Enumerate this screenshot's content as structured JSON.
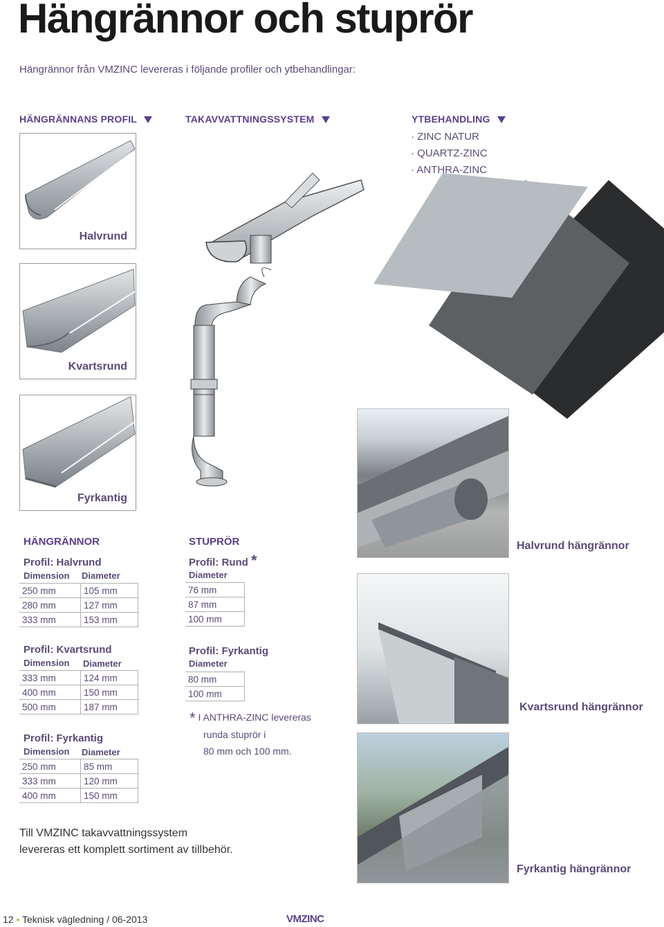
{
  "title": "Hängrännor och stuprör",
  "intro": "Hängrännor från VMZINC levereras i följande profiler och ytbehandlingar:",
  "headers": {
    "profil": "HÄNGRÄNNANS PROFIL",
    "system": "TAKAVVATTNINGSSYSTEM",
    "yt": "YTBEHANDLING"
  },
  "yt_items": [
    "· ZINC NATUR",
    "· QUARTZ-ZINC",
    "· ANTHRA-ZINC"
  ],
  "profile_cards": [
    {
      "label": "Halvrund"
    },
    {
      "label": "Kvartsrund"
    },
    {
      "label": "Fyrkantig"
    }
  ],
  "colors": {
    "accent": "#5b3f8c",
    "text": "#5b4a7a",
    "zinc_natur": "#b7bcc1",
    "quartz": "#5d6063",
    "anthra": "#2b2c2e"
  },
  "hangrannor": {
    "section": "HÄNGRÄNNOR",
    "col_dim": "Dimension",
    "col_dia": "Diameter",
    "halvrund": {
      "profile": "Profil: Halvrund",
      "rows": [
        [
          "250 mm",
          "105 mm"
        ],
        [
          "280 mm",
          "127 mm"
        ],
        [
          "333 mm",
          "153 mm"
        ]
      ]
    },
    "kvartsrund": {
      "profile": "Profil: Kvartsrund",
      "rows": [
        [
          "333 mm",
          "124 mm"
        ],
        [
          "400 mm",
          "150 mm"
        ],
        [
          "500 mm",
          "187 mm"
        ]
      ]
    },
    "fyrkantig": {
      "profile": "Profil: Fyrkantig",
      "rows": [
        [
          "250 mm",
          "85 mm"
        ],
        [
          "333 mm",
          "120 mm"
        ],
        [
          "400 mm",
          "150 mm"
        ]
      ]
    }
  },
  "stuprör": {
    "section": "STUPRÖR",
    "col_dia": "Diameter",
    "rund": {
      "profile": "Profil: Rund",
      "asterisk": "*",
      "rows": [
        "76 mm",
        "87 mm",
        "100 mm"
      ]
    },
    "fyrkantig": {
      "profile": "Profil: Fyrkantig",
      "rows": [
        "80 mm",
        "100 mm"
      ]
    },
    "note_asterisk": "*",
    "note_lines": [
      "I ANTHRA-ZINC levereras",
      "runda stuprör i",
      "80 mm och 100 mm."
    ]
  },
  "photos": {
    "halvrund": "Halvrund hängrännor",
    "kvartsrund": "Kvartsrund hängrännor",
    "fyrkantig": "Fyrkantig hängrännor"
  },
  "bottom_text": [
    "Till VMZINC takavvattningssystem",
    "levereras ett komplett sortiment av tillbehör."
  ],
  "footer": {
    "page": "12",
    "bullet": "•",
    "text": "Teknisk vägledning / 06-2013",
    "logo": "VMZINC"
  }
}
